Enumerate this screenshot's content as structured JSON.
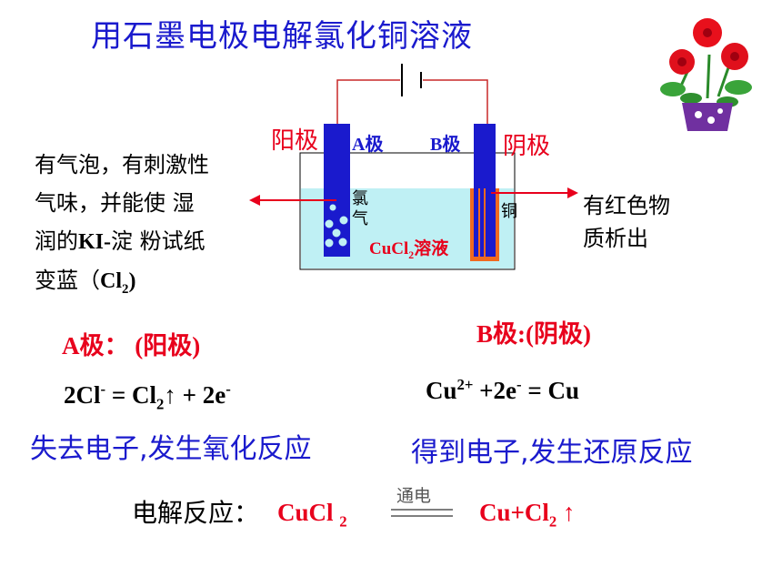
{
  "title": "用石墨电极电解氯化铜溶液",
  "labels": {
    "anode": "阳极",
    "cathode": "阴极",
    "electrode_a": "A极",
    "electrode_b": "B极",
    "chlorine_gas": "氯气",
    "copper": "铜",
    "solution_main": "CuCl",
    "solution_sub": "2",
    "solution_tail": "溶液"
  },
  "notes": {
    "left": {
      "line1": "有气泡，有刺激性",
      "line2": "气味，并能使 湿",
      "line3_a": "润的",
      "line3_b": "KI-",
      "line3_c": "淀 粉试纸",
      "line4_a": "变蓝（",
      "line4_b": "Cl",
      "line4_sub": "2",
      "line4_c": ")"
    },
    "right": {
      "line1": "有红色物",
      "line2": "质析出"
    }
  },
  "anode_section": {
    "heading_a": "A极：",
    "heading_b": "(阳极)",
    "eq_part1": "2Cl",
    "eq_sup1": "-",
    "eq_part2": " = Cl",
    "eq_sub2": "2",
    "eq_part3": "↑ + 2e",
    "eq_sup3": "-",
    "description": "失去电子,发生氧化反应"
  },
  "cathode_section": {
    "heading_a": "B极",
    "heading_b": ":(阴极)",
    "eq_part1": "Cu",
    "eq_sup1": "2+",
    "eq_part2": " +2e",
    "eq_sup2": "-",
    "eq_part3": " = Cu",
    "description": "得到电子,发生还原反应"
  },
  "overall": {
    "label": "电解反应：",
    "reactant_main": "CuCl ",
    "reactant_sub": "2",
    "condition": "通电",
    "product_main": "Cu+Cl",
    "product_sub": "2",
    "product_tail": " ↑"
  },
  "colors": {
    "title_blue": "#1a1acd",
    "accent_red": "#e8001c",
    "electrode_blue": "#1a1acd",
    "solution_cyan": "#bff0f4",
    "copper_orange": "#f06a20",
    "wire_red": "#c82828"
  }
}
